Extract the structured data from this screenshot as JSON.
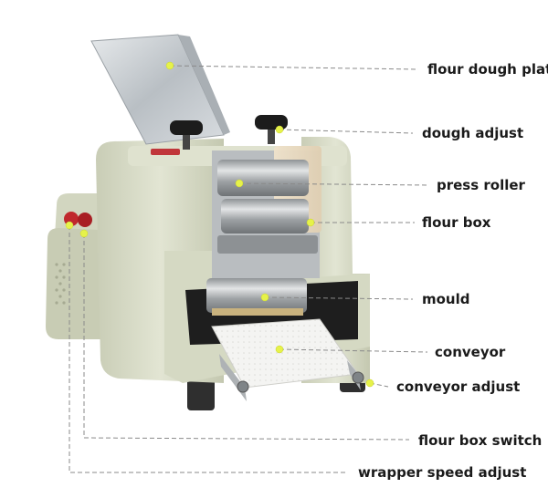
{
  "colors": {
    "machine_body": "#d9ddc8",
    "machine_shadow": "#aeb39b",
    "steel": "#c7ccd0",
    "marker_dot": "#e6f24a",
    "leader_line": "#8a8a8a",
    "label_text": "#1a1a1a"
  },
  "labels": {
    "flour_dough_plate": "flour dough plate",
    "dough_adjust": "dough adjust",
    "press_roller": "press roller",
    "flour_box": "flour box",
    "mould": "mould",
    "conveyor": "conveyor",
    "conveyor_adjust": "conveyor adjust",
    "flour_box_switch": "flour box switch",
    "wrapper_speed_adjust": "wrapper speed adjust"
  }
}
